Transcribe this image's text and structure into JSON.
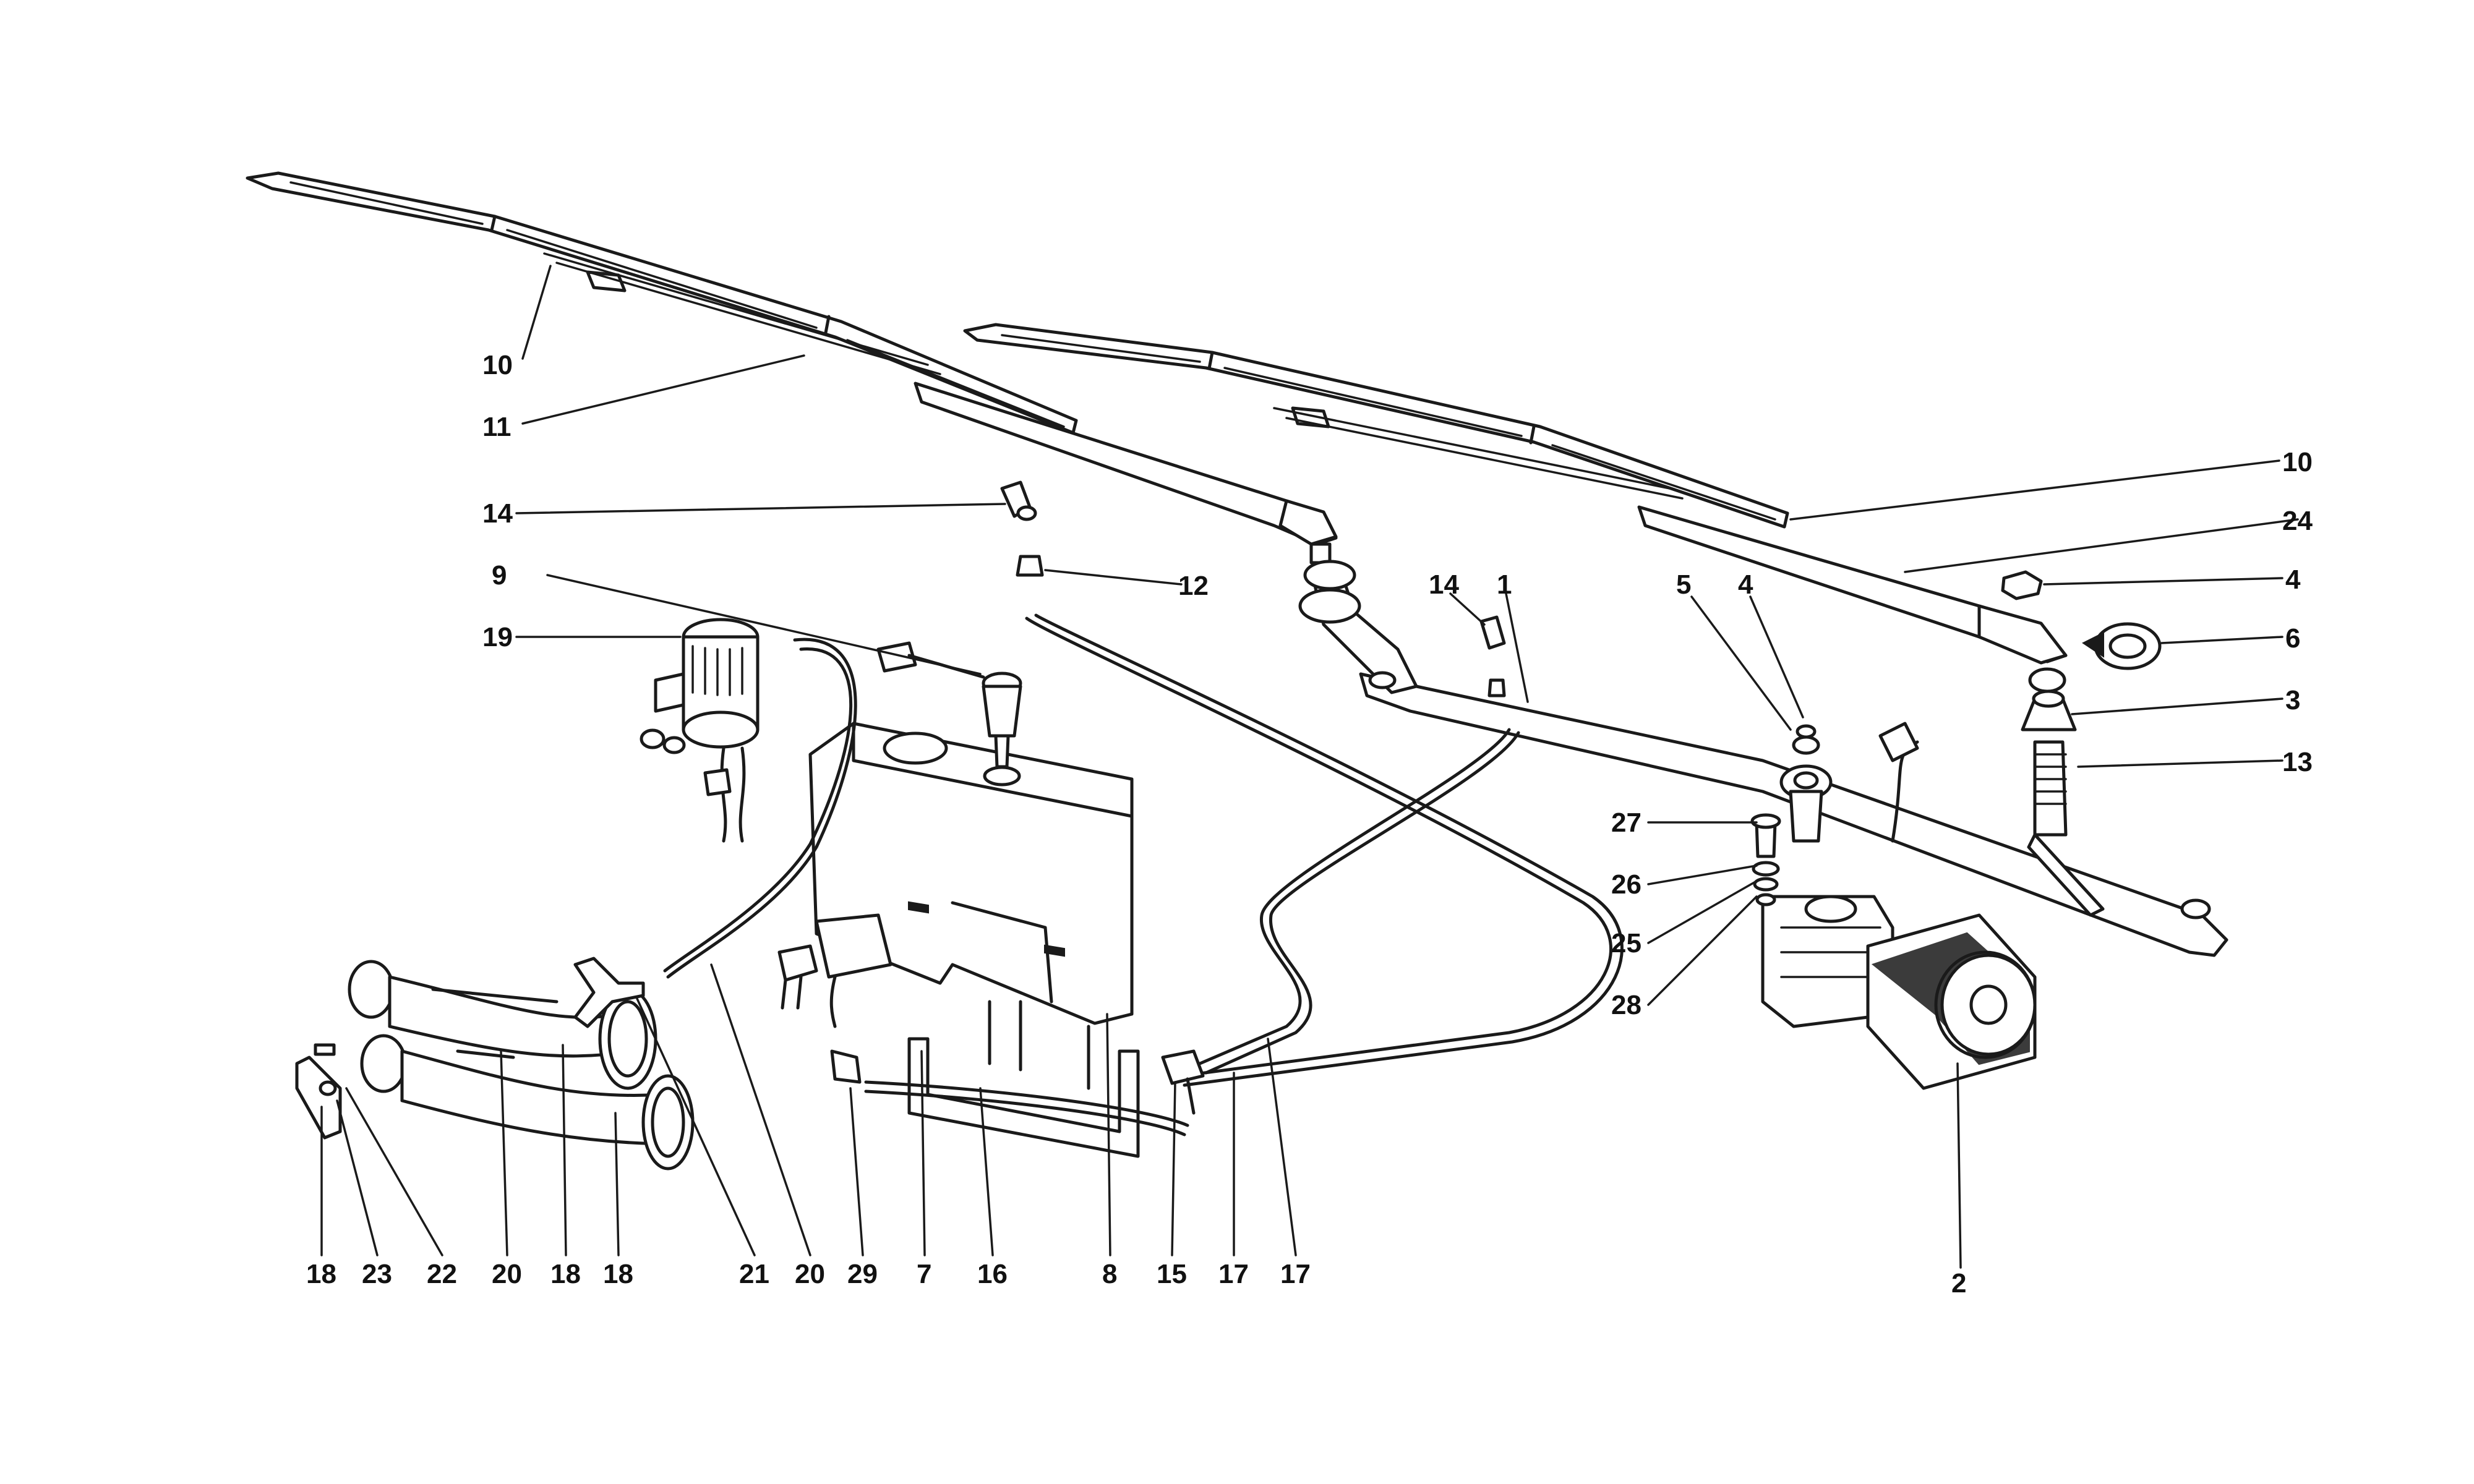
{
  "callouts": [
    {
      "id": "c10a",
      "text": "10"
    },
    {
      "id": "c11",
      "text": "11"
    },
    {
      "id": "c14a",
      "text": "14"
    },
    {
      "id": "c12",
      "text": "12"
    },
    {
      "id": "c9",
      "text": "9"
    },
    {
      "id": "c19",
      "text": "19"
    },
    {
      "id": "c10b",
      "text": "10"
    },
    {
      "id": "c24",
      "text": "24"
    },
    {
      "id": "c4a",
      "text": "4"
    },
    {
      "id": "c6",
      "text": "6"
    },
    {
      "id": "c3",
      "text": "3"
    },
    {
      "id": "c13",
      "text": "13"
    },
    {
      "id": "c14b",
      "text": "14"
    },
    {
      "id": "c1",
      "text": "1"
    },
    {
      "id": "c5",
      "text": "5"
    },
    {
      "id": "c4b",
      "text": "4"
    },
    {
      "id": "c27",
      "text": "27"
    },
    {
      "id": "c26",
      "text": "26"
    },
    {
      "id": "c25",
      "text": "25"
    },
    {
      "id": "c28",
      "text": "28"
    },
    {
      "id": "c2",
      "text": "2"
    },
    {
      "id": "b18a",
      "text": "18"
    },
    {
      "id": "b23",
      "text": "23"
    },
    {
      "id": "b22",
      "text": "22"
    },
    {
      "id": "b20a",
      "text": "20"
    },
    {
      "id": "b18b",
      "text": "18"
    },
    {
      "id": "b18c",
      "text": "18"
    },
    {
      "id": "b21",
      "text": "21"
    },
    {
      "id": "b20b",
      "text": "20"
    },
    {
      "id": "b29",
      "text": "29"
    },
    {
      "id": "b7",
      "text": "7"
    },
    {
      "id": "b16",
      "text": "16"
    },
    {
      "id": "b8",
      "text": "8"
    },
    {
      "id": "b15",
      "text": "15"
    },
    {
      "id": "b17a",
      "text": "17"
    },
    {
      "id": "b17b",
      "text": "17"
    }
  ]
}
